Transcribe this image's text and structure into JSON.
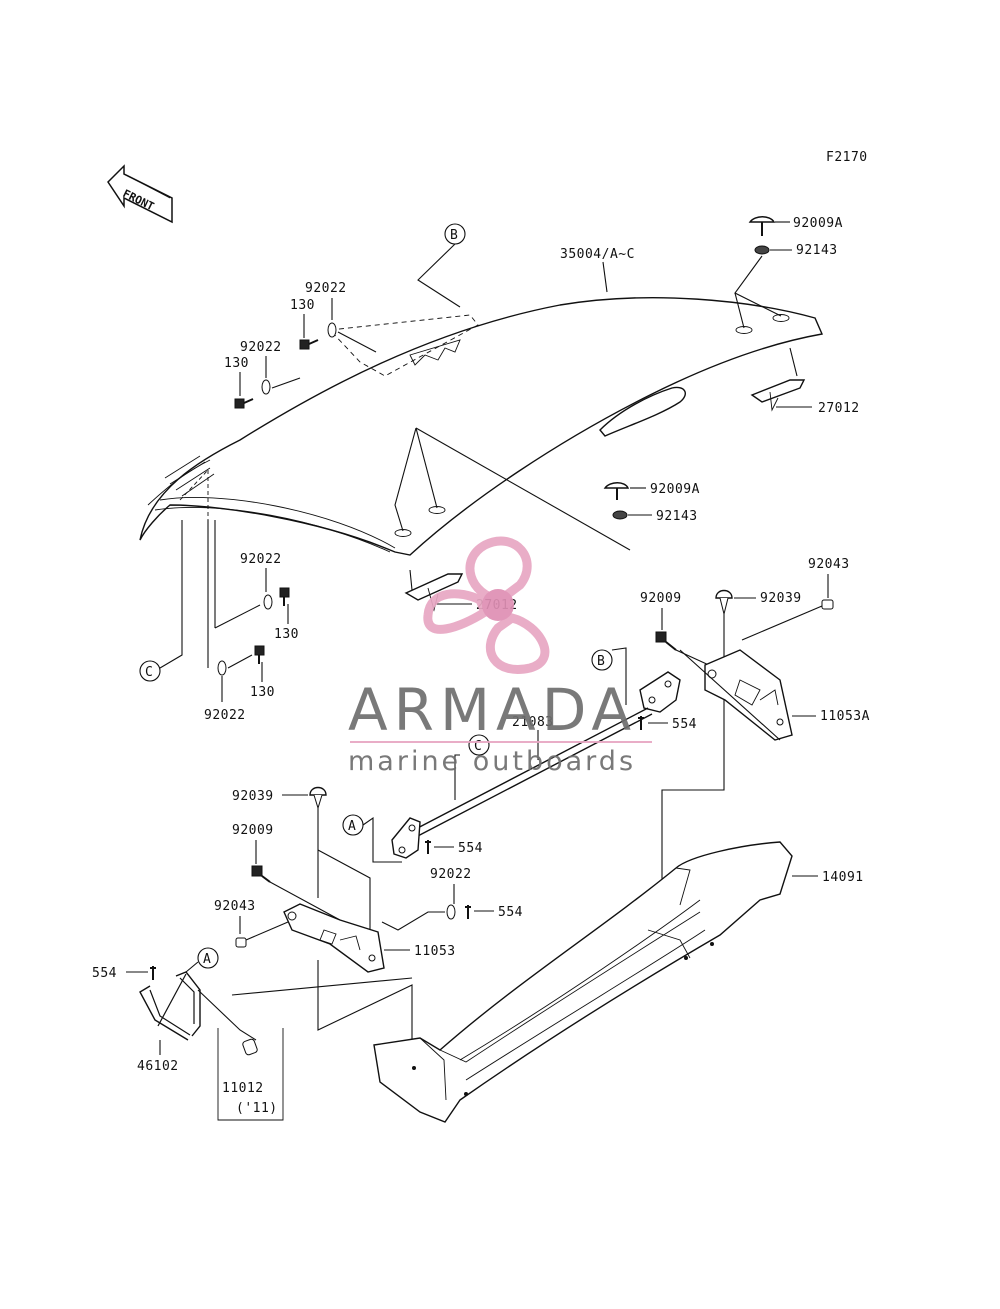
{
  "figure_code": "F2170",
  "front_label": "FRONT",
  "callouts": {
    "A": "A",
    "B": "B",
    "C": "C"
  },
  "parts": {
    "p35004": "35004/A~C",
    "p92009A_top": "92009A",
    "p92143_top": "92143",
    "p27012_right": "27012",
    "p92009A_mid": "92009A",
    "p92143_mid": "92143",
    "p27012_mid": "27012",
    "p92022_a": "92022",
    "p130_a": "130",
    "p92022_b": "92022",
    "p130_b": "130",
    "p92022_c": "92022",
    "p130_c": "130",
    "p130_d": "130",
    "p92022_d": "92022",
    "p92043_right": "92043",
    "p92009_right": "92009",
    "p92039_right": "92039",
    "p11053A": "11053A",
    "p554_right": "554",
    "p21083": "21083",
    "p92039_left": "92039",
    "p92009_left": "92009",
    "p554_mid": "554",
    "p92022_e": "92022",
    "p554_low": "554",
    "p92043_left": "92043",
    "p11053": "11053",
    "p14091": "14091",
    "p554_left": "554",
    "p46102": "46102",
    "p11012": "11012",
    "p11012_year": "('11)"
  },
  "watermark": {
    "brand": "ARMADA",
    "tagline": "marine outboards",
    "colors": {
      "pink": "#e8a7c3",
      "pink_dark": "#df8fb4",
      "gray": "#6e6e6e"
    }
  }
}
